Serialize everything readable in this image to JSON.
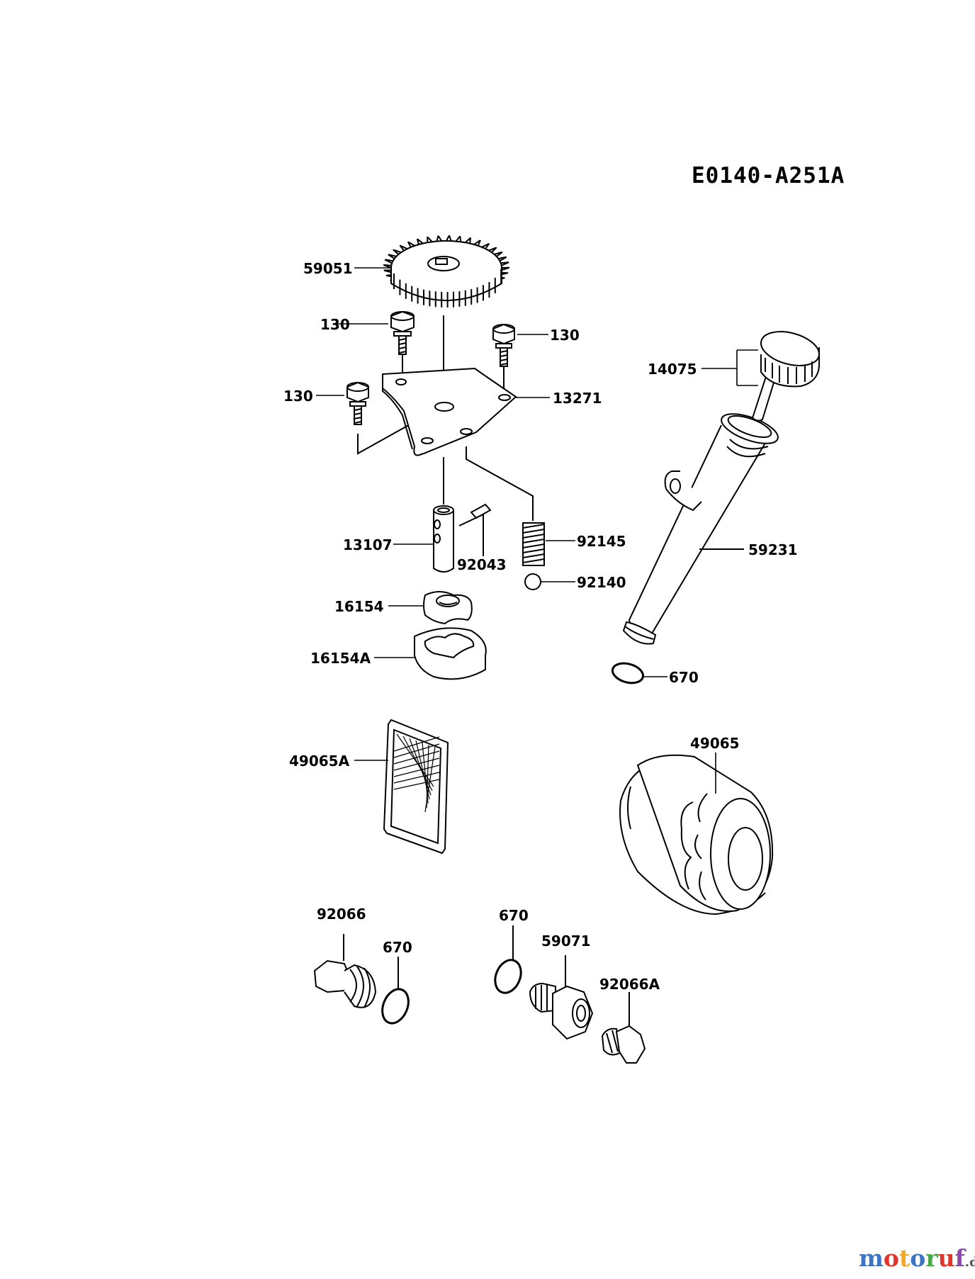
{
  "diagram_code": "E0140-A251A",
  "labels": {
    "gear": "59051",
    "bolt_left_top": "130",
    "bolt_right": "130",
    "bolt_left_mid": "130",
    "plate": "13271",
    "cap": "14075",
    "shaft": "13107",
    "pin": "92043",
    "spring": "92145",
    "ball": "92140",
    "tube": "59231",
    "rotor_inner": "16154",
    "rotor_outer": "16154A",
    "oring_tube": "670",
    "screen": "49065A",
    "filter": "49065",
    "plug": "92066",
    "oring_plug": "670",
    "oring_fitting": "670",
    "fitting": "59071",
    "plug_small": "92066A"
  },
  "watermark": {
    "text": "motoruf",
    "suffix": ".de",
    "colors": [
      "#3d73c4",
      "#e1352b",
      "#f2a823",
      "#3d73c4",
      "#4aa84a",
      "#e1352b",
      "#8b4aa6"
    ]
  }
}
